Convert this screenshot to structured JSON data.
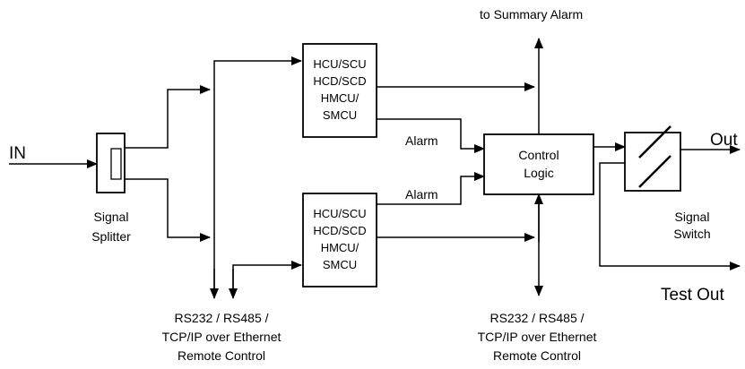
{
  "labels": {
    "input": "IN",
    "summary_alarm": "to Summary Alarm",
    "splitter": [
      "Signal",
      "Splitter"
    ],
    "control_logic": [
      "Control",
      "Logic"
    ],
    "signal_switch": [
      "Signal",
      "Switch"
    ],
    "alarm_upper": "Alarm",
    "alarm_lower": "Alarm",
    "output": "Out",
    "test_output": "Test Out",
    "remote_left": [
      "RS232 / RS485 /",
      "TCP/IP over Ethernet",
      "Remote Control"
    ],
    "remote_right": [
      "RS232 / RS485 /",
      "TCP/IP over Ethernet",
      "Remote Control"
    ]
  },
  "blocks": {
    "upper_unit": [
      "HCU/SCU",
      "HCD/SCD",
      "HMCU/",
      "SMCU"
    ],
    "lower_unit": [
      "HCU/SCU",
      "HCD/SCD",
      "HMCU/",
      "SMCU"
    ]
  }
}
